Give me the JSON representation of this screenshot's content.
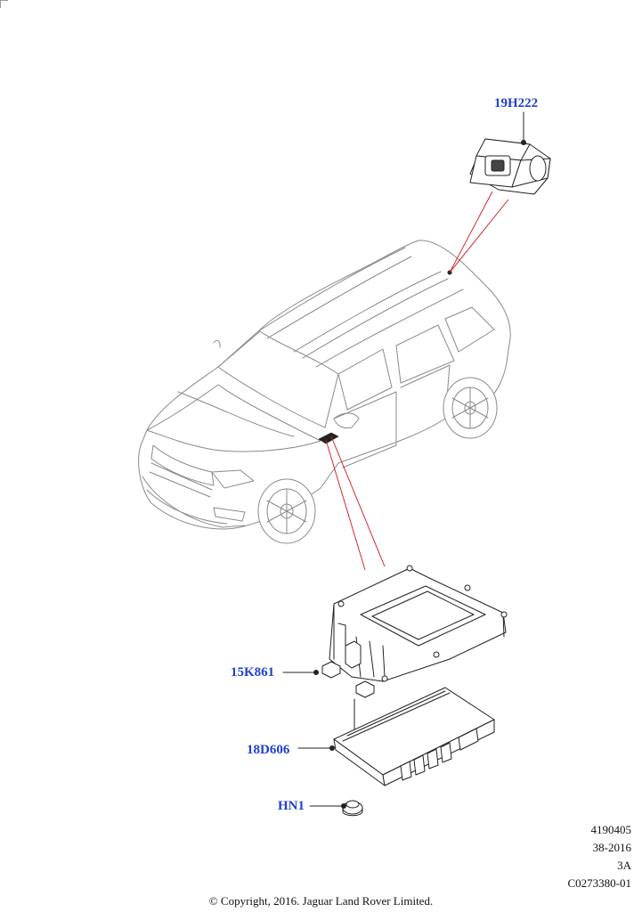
{
  "callouts": {
    "camera": "19H222",
    "bracket": "15K861",
    "module": "18D606",
    "nut": "HN1"
  },
  "reference": {
    "line1": "4190405",
    "line2": "38-2016",
    "line3": "3A",
    "line4": "C0273380-01"
  },
  "copyright": "© Copyright, 2016. Jaguar Land Rover Limited.",
  "colors": {
    "callout_text": "#1f3fd1",
    "leader_red": "#d4141b",
    "vehicle_line": "#8a8a8a"
  }
}
